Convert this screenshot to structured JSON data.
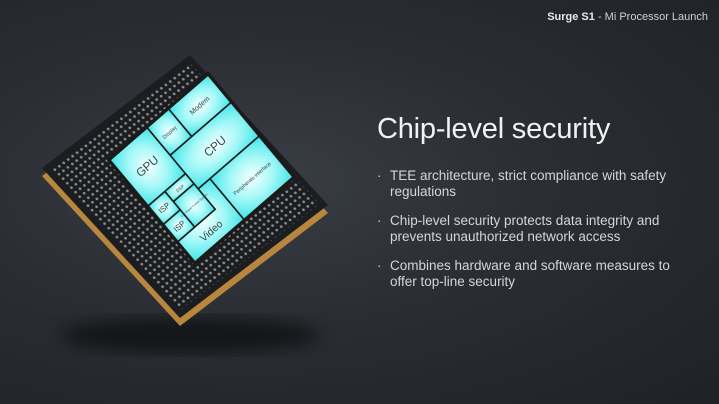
{
  "header": {
    "product": "Surge S1",
    "separator": " - ",
    "event": "Mi Processor Launch"
  },
  "slide": {
    "title": "Chip-level security",
    "bullets": [
      "TEE architecture, strict compliance with safety regulations",
      "Chip-level security protects data integrity and prevents unauthorized network access",
      "Combines hardware and software measures to offer top-line security"
    ]
  },
  "chip": {
    "blocks": {
      "gpu": "GPU",
      "display": "Display",
      "modem": "Modem",
      "cpu": "CPU",
      "dsp": "DSP",
      "low_power": "Low Power Control System",
      "isp1": "ISP",
      "isp2": "ISP",
      "video": "Video",
      "peripherals": "Peripherals interface"
    },
    "colors": {
      "die": "#5ff0f0",
      "substrate": "#1c1d20",
      "gold": "#b8873e"
    }
  }
}
